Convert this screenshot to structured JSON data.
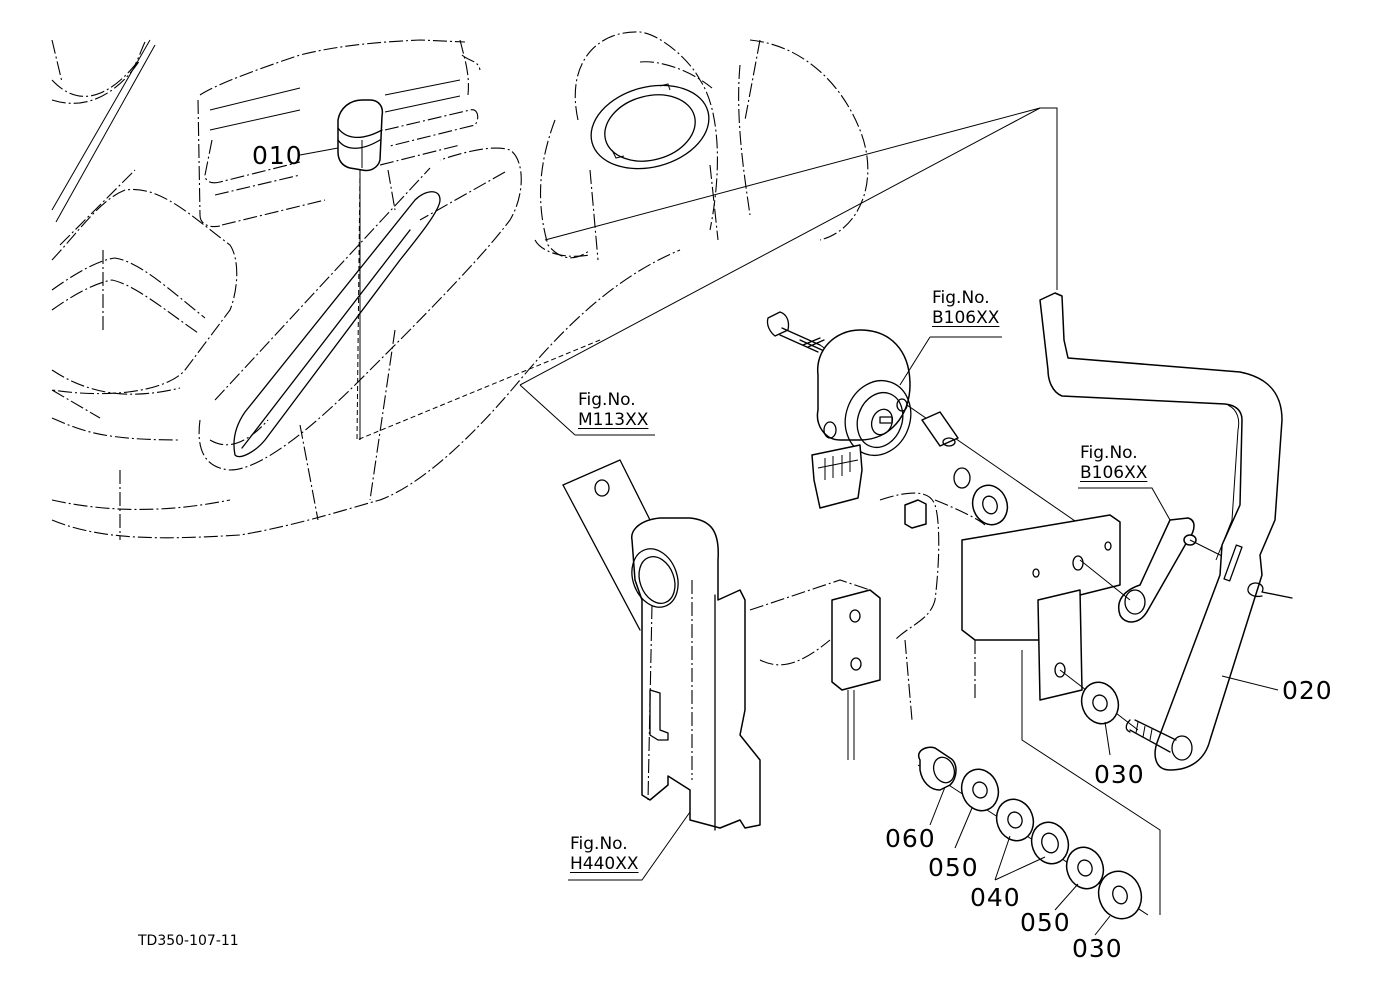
{
  "diagram": {
    "drawing_id": "TD350-107-11",
    "part_callouts": [
      {
        "id": "010",
        "description_shape": "knob on control lever"
      },
      {
        "id": "020",
        "description_shape": "bent lever arm"
      },
      {
        "id": "030",
        "description_shape": "washer (upper)"
      },
      {
        "id": "060",
        "description_shape": "nut"
      },
      {
        "id": "050",
        "description_shape": "washer (first)"
      },
      {
        "id": "040",
        "description_shape": "spring washers (pair)"
      },
      {
        "id": "050",
        "description_shape": "washer (second)"
      },
      {
        "id": "030",
        "description_shape": "washer (lower)"
      }
    ],
    "figure_references": [
      {
        "prefix": "Fig.No.",
        "code": "B106XX",
        "target": "sensor"
      },
      {
        "prefix": "Fig.No.",
        "code": "M113XX",
        "target": "console"
      },
      {
        "prefix": "Fig.No.",
        "code": "B106XX",
        "target": "link arm"
      },
      {
        "prefix": "Fig.No.",
        "code": "H440XX",
        "target": "bracket"
      }
    ]
  }
}
